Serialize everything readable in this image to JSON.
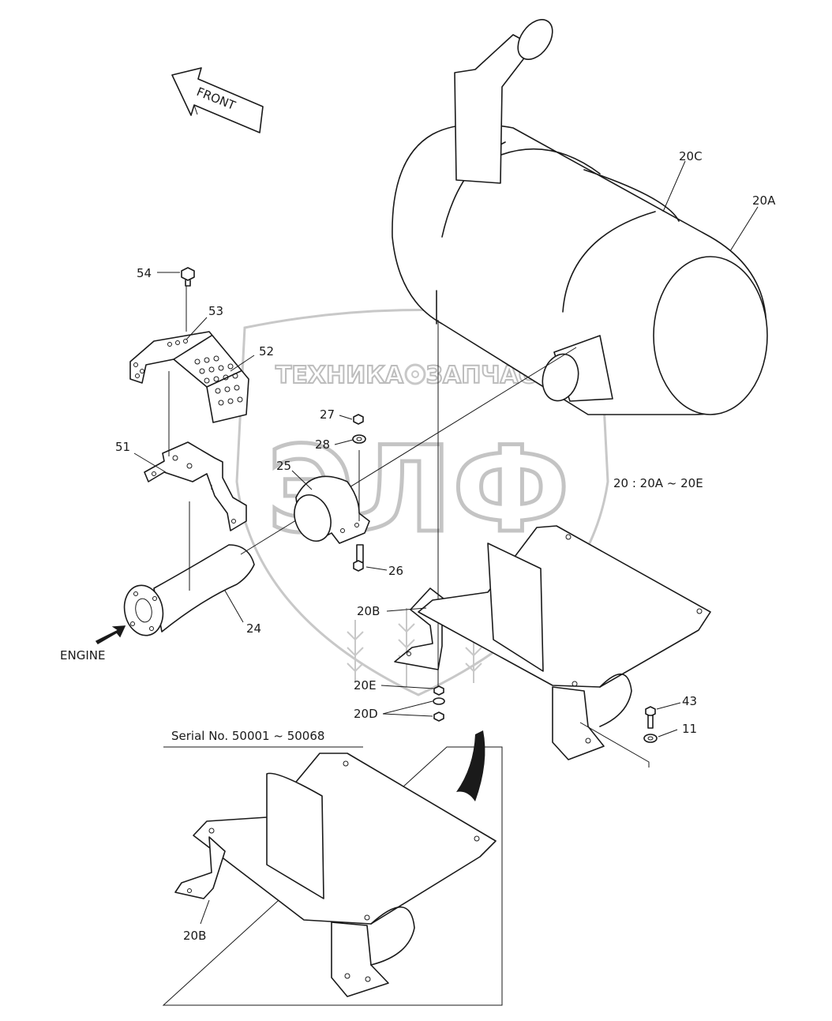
{
  "front_arrow": {
    "label": "FRONT"
  },
  "engine": {
    "label": "ENGINE"
  },
  "assembly_note": "20 : 20A ~ 20E",
  "inset": {
    "title": "Serial No. 50001 ~ 50068",
    "part_label": "20B"
  },
  "watermark": {
    "brand_line": "ТЕХНИКА",
    "brand_line2": "ЗАПЧАСТИ",
    "logo": "ЭЛФ"
  },
  "callouts": {
    "c20C": "20C",
    "c20A": "20A",
    "c54": "54",
    "c53": "53",
    "c52": "52",
    "c27": "27",
    "c28": "28",
    "c51": "51",
    "c25": "25",
    "c26": "26",
    "c24": "24",
    "c20B": "20B",
    "c20E": "20E",
    "c20D": "20D",
    "c43": "43",
    "c11": "11"
  }
}
